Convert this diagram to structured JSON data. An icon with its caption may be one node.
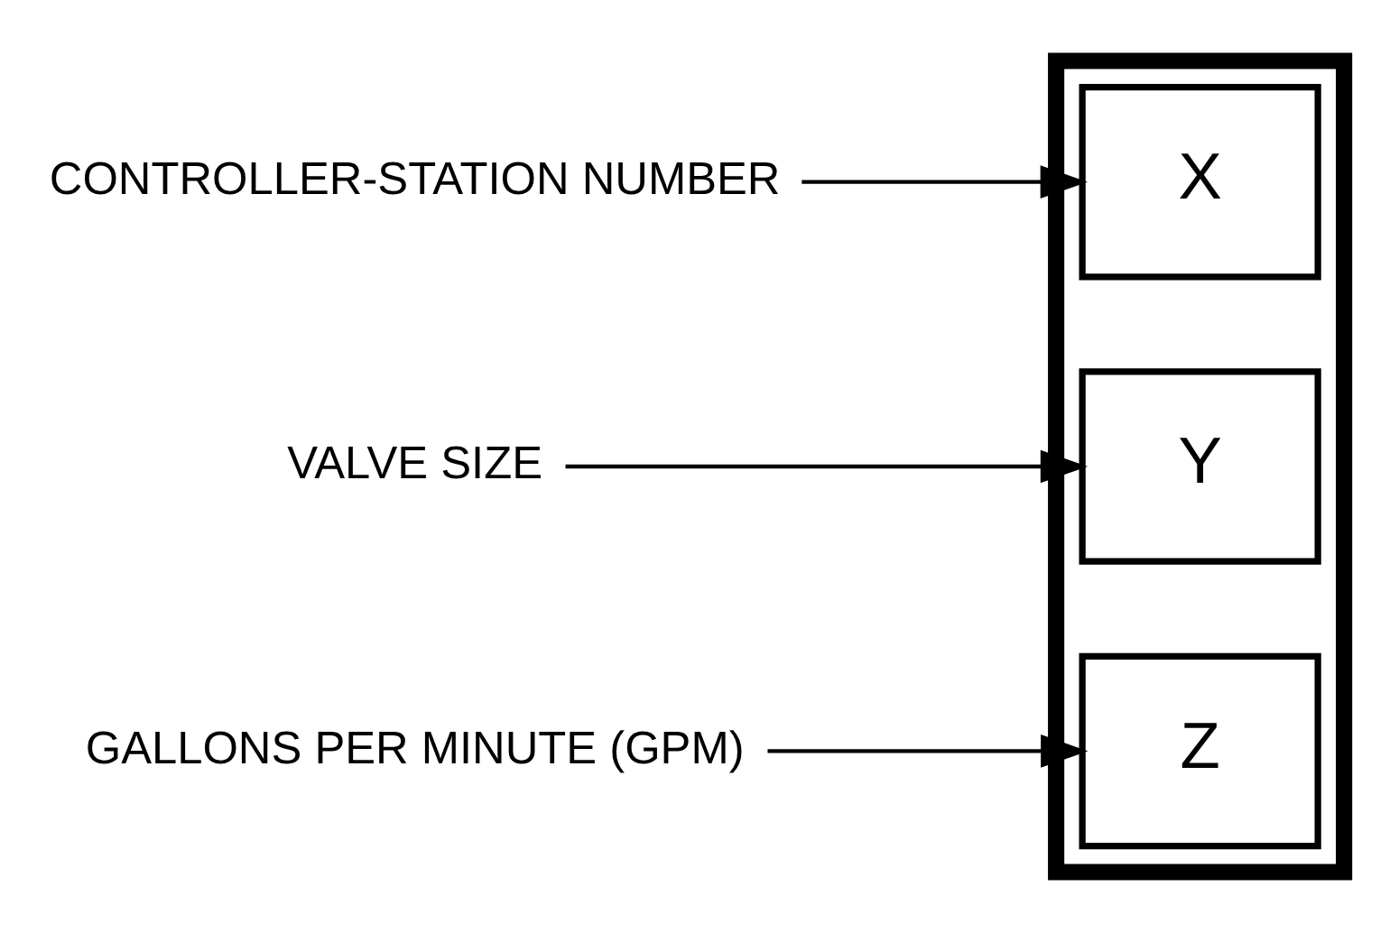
{
  "diagram": {
    "nodes": [
      {
        "text": [],
        "shape": "box"
      },
      {
        "text": [
          "X"
        ],
        "in": 0
      },
      {
        "text": [
          "Y"
        ],
        "in": 0
      },
      {
        "text": [
          "Z"
        ],
        "in": 0
      },
      {
        "text": [
          "CONTROLLER-STATION NUMBER"
        ]
      },
      {
        "text": [
          "VALVE SIZE"
        ]
      },
      {
        "text": [
          "GALLONS PER MINUTE (GPM)"
        ]
      }
    ],
    "edges": [
      {
        "from": 4,
        "to": 1,
        "arrow": "to"
      },
      {
        "from": 5,
        "to": 2,
        "arrow": "to"
      },
      {
        "from": 6,
        "to": 3,
        "arrow": "to"
      }
    ]
  }
}
